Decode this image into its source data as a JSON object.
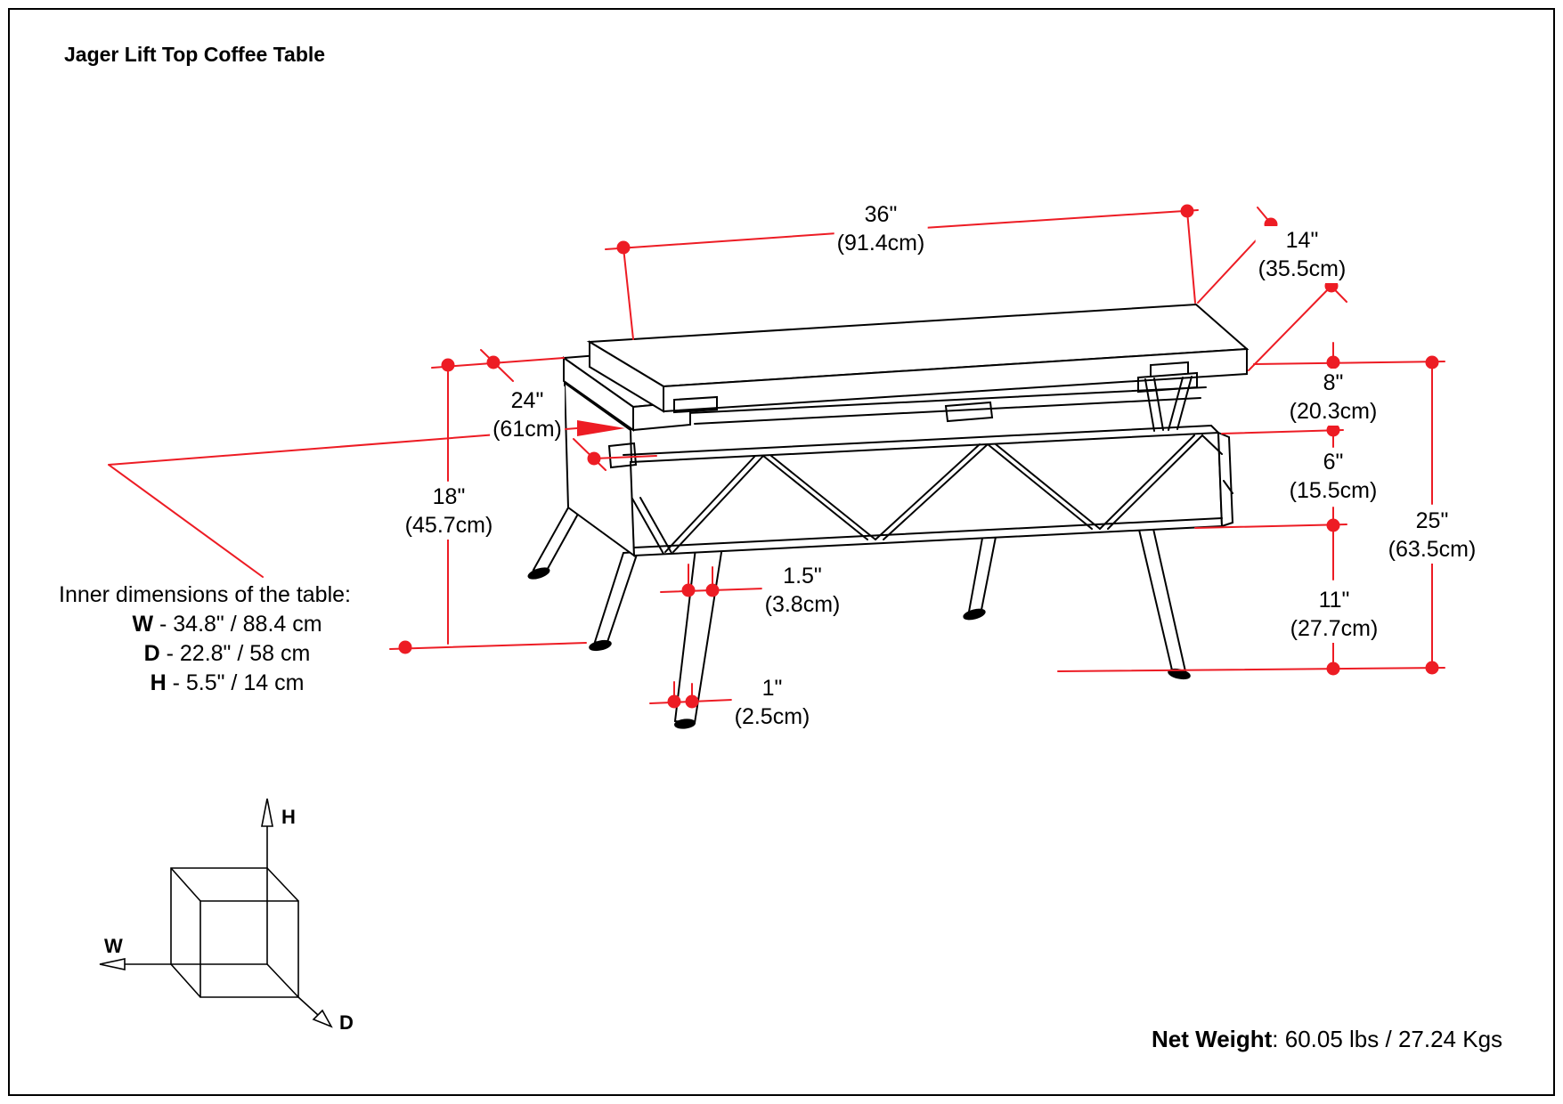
{
  "title": "Jager Lift Top Coffee Table",
  "dims": {
    "top_width": {
      "in": "36\"",
      "cm": "(91.4cm)"
    },
    "lift_top_depth": {
      "in": "14\"",
      "cm": "(35.5cm)"
    },
    "table_depth": {
      "in": "24\"",
      "cm": "(61cm)"
    },
    "fixed_top_height": {
      "in": "18\"",
      "cm": "(45.7cm)"
    },
    "lift_rise": {
      "in": "8\"",
      "cm": "(20.3cm)"
    },
    "apron_height": {
      "in": "6\"",
      "cm": "(15.5cm)"
    },
    "lifted_height": {
      "in": "25\"",
      "cm": "(63.5cm)"
    },
    "leg_height": {
      "in": "11\"",
      "cm": "(27.7cm)"
    },
    "leg_top_width": {
      "in": "1.5\"",
      "cm": "(3.8cm)"
    },
    "leg_bottom_width": {
      "in": "1\"",
      "cm": "(2.5cm)"
    }
  },
  "inner": {
    "heading": "Inner dimensions of the table:",
    "rows": [
      {
        "label": "W",
        "value": " - 34.8\" / 88.4 cm"
      },
      {
        "label": "D",
        "value": " - 22.8\" / 58 cm"
      },
      {
        "label": "H",
        "value": " - 5.5\" / 14 cm"
      }
    ]
  },
  "axes": {
    "h": "H",
    "w": "W",
    "d": "D"
  },
  "net_weight": {
    "label": "Net Weight",
    "value": ": 60.05 lbs / 27.24 Kgs"
  },
  "colors": {
    "dimension_red": "#ed1c24",
    "line_black": "#000000"
  }
}
